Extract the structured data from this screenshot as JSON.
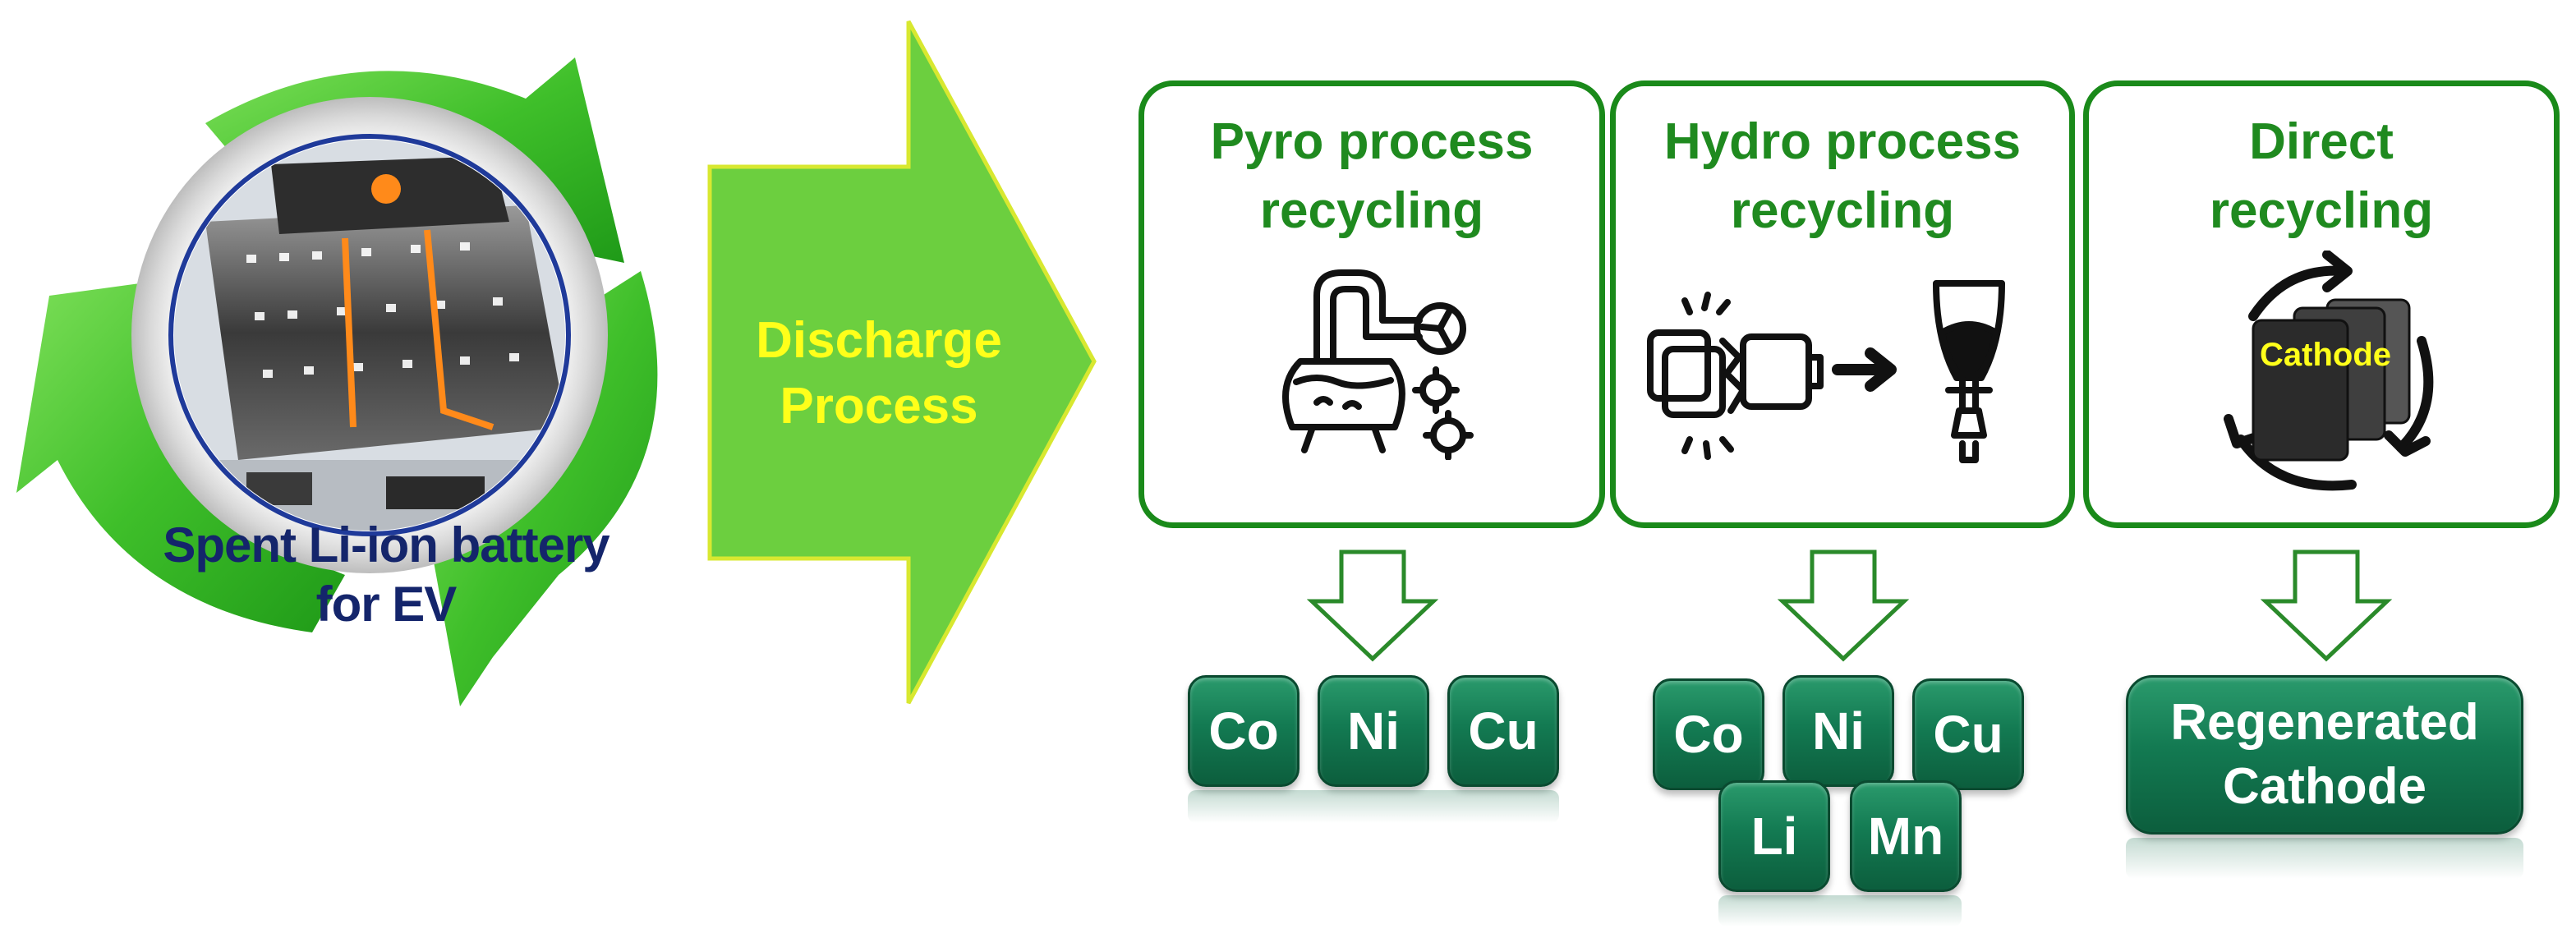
{
  "battery": {
    "label_line1": "Spent Li-ion battery",
    "label_line2": "for EV"
  },
  "discharge": {
    "line1": "Discharge",
    "line2": "Process"
  },
  "processes": [
    {
      "title_line1": "Pyro process",
      "title_line2": "recycling",
      "icon": "furnace-gears-icon",
      "outputs": [
        "Co",
        "Ni",
        "Cu"
      ]
    },
    {
      "title_line1": "Hydro process",
      "title_line2": "recycling",
      "icon": "broken-battery-funnel-icon",
      "outputs": [
        "Co",
        "Ni",
        "Cu",
        "Li",
        "Mn"
      ]
    },
    {
      "title_line1": "Direct",
      "title_line2": "recycling",
      "icon": "cathode-cycle-icon",
      "cathode_label": "Cathode",
      "output_line1": "Regenerated",
      "output_line2": "Cathode"
    }
  ],
  "colors": {
    "panel_border": "#1a8a1a",
    "title_text": "#1f8a1f",
    "arrow_fill": "#6ccf3f",
    "discharge_text": "#ffff1a",
    "tile_fill": "#137a52",
    "battery_text": "#14256b"
  }
}
